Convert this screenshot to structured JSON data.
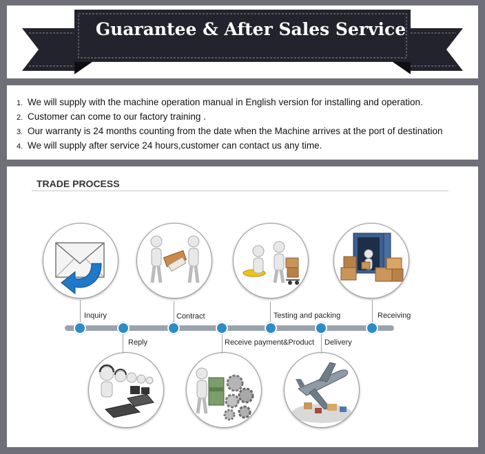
{
  "banner": {
    "title": "Guarantee & After Sales Service",
    "ribbon_color": "#23232d"
  },
  "terms": [
    {
      "num": "1.",
      "text": "We will supply with the machine operation manual in English version for installing and operation."
    },
    {
      "num": "2.",
      "text": "Customer can come to our factory  training ."
    },
    {
      "num": "3.",
      "text": "Our warranty is 24 months counting from the date when the Machine arrives at the port of destination"
    },
    {
      "num": "4.",
      "text": "We will supply  after service 24 hours,customer can contact us any time."
    }
  ],
  "process": {
    "title": "TRADE PROCESS",
    "dot_color": "#2d8cc8",
    "steps": [
      {
        "label": "Inquiry",
        "icon": "envelope-icon"
      },
      {
        "label": "Reply",
        "icon": "call-center-icon"
      },
      {
        "label": "Contract",
        "icon": "handshake-icon"
      },
      {
        "label": "Receive payment&Product",
        "icon": "money-gears-icon"
      },
      {
        "label": "Testing and packing",
        "icon": "cart-boxes-icon"
      },
      {
        "label": "Delivery",
        "icon": "airplane-icon"
      },
      {
        "label": "Receiving",
        "icon": "container-icon"
      }
    ]
  }
}
